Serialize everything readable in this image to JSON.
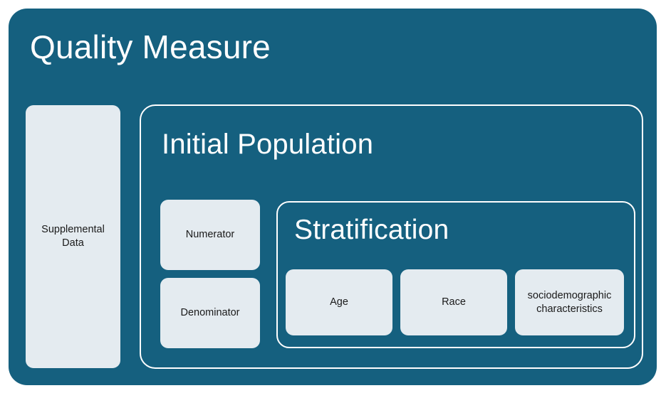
{
  "diagram": {
    "title": "Quality Measure",
    "colors": {
      "container_fill": "#15607F",
      "card_fill": "#E4EBF0",
      "outline": "#FFFFFF",
      "card_text": "#1A1A1A",
      "title_text": "#FFFFFF",
      "page_background": "#FFFFFF"
    },
    "supplemental_data": {
      "label": "Supplemental Data"
    },
    "initial_population": {
      "title": "Initial Population",
      "components": [
        {
          "label": "Numerator"
        },
        {
          "label": "Denominator"
        }
      ],
      "stratification": {
        "title": "Stratification",
        "categories": [
          {
            "label": "Age"
          },
          {
            "label": "Race"
          },
          {
            "label": "sociodemographic characteristics"
          }
        ]
      }
    }
  }
}
